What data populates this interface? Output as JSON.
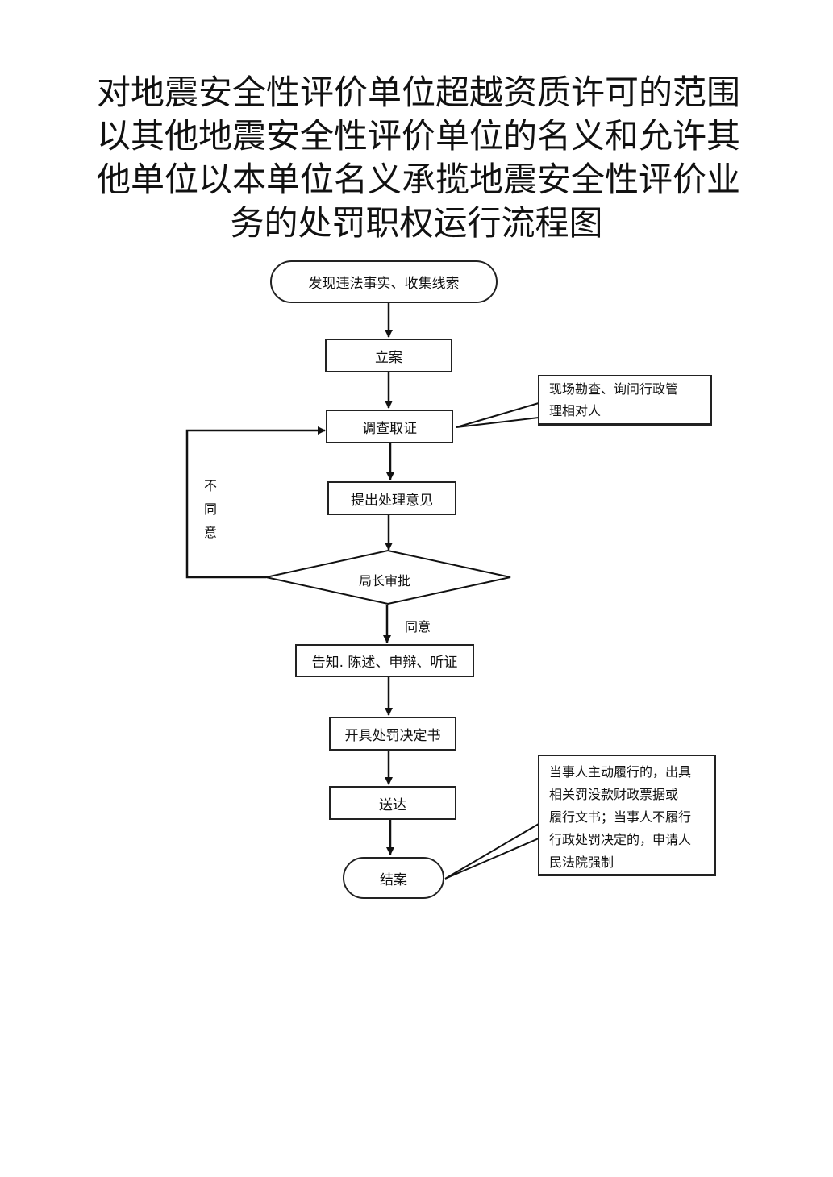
{
  "title": {
    "lines": [
      "对地震安全性评价单位超越资质许可的范围",
      "以其他地震安全性评价单位的名义和允许其",
      "他单位以本单位名义承揽地震安全性评价业",
      "务的处罚职权运行流程图"
    ]
  },
  "nodes": {
    "start": "发现违法事实、收集线索",
    "register": "立案",
    "investigate": "调查取证",
    "propose": "提出处理意见",
    "approve": "局长审批",
    "notify": "告知. 陈述、申辩、听证",
    "decision": "开具处罚决定书",
    "deliver": "送达",
    "close": "结案"
  },
  "notes": {
    "investigate": [
      "现场勘查、询问行政管",
      "理相对人"
    ],
    "close": [
      "当事人主动履行的，出具",
      "相关罚没款财政票据或",
      "履行文书；当事人不履行",
      "行政处罚决定的，申请人",
      "民法院强制"
    ]
  },
  "edge_labels": {
    "disagree": [
      "不",
      "同",
      "意"
    ],
    "agree": "同意"
  }
}
